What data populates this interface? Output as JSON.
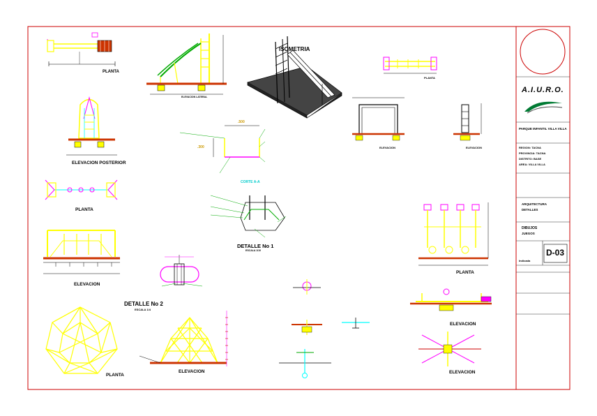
{
  "colors": {
    "border_red": "#cc0000",
    "yellow": "#ffff00",
    "magenta": "#ff00ff",
    "cyan": "#00ffff",
    "green": "#00aa00",
    "line": "#000000",
    "white_struct": "#ffffff"
  },
  "views": {
    "planta_top": "PLANTA",
    "isometria": "ISOMETRIA",
    "elevacion_lateral": "ELEVACION LATERAL",
    "elevacion_posterior": "ELEVACION POSTERIOR",
    "planta_left": "PLANTA",
    "elevacion_left": "ELEVACION",
    "detalle_2": "DETALLE No 2",
    "detalle_2_scale": "ESCALA 1/4",
    "planta_dome": "PLANTA",
    "elevacion_dome": "ELEVACION",
    "detalle_1": "DETALLE No 1",
    "detalle_1_scale": "ESCALA 1/10",
    "corte_aa": "CORTE A-A",
    "planta_right_top": "PLANTA",
    "elevacion_right_a": "ELEVACION",
    "elevacion_right_b": "ELEVACION",
    "planta_right_mid": "PLANTA",
    "elevacion_right_c": "ELEVACION",
    "elevacion_right_d": "ELEVACION",
    "dim_1": ".500",
    "dim_2": ".300"
  },
  "title_block": {
    "firm": "A.I.U.R.O.",
    "project": "PARQUE INFANTIL VILLA VILLA",
    "location_lines": [
      "REGION: TACNA",
      "PROVINCIA: TACNA",
      "DISTRITO: BASE",
      "AREA: VILLA VILLA"
    ],
    "specialty": "ARQUITECTURA",
    "specialty_sub": "DETALLES",
    "drawing_title": "DIBUJOS",
    "drawing_sub": "JUEGOS",
    "sheet_number": "D-03",
    "scale_label": "Indicada"
  }
}
